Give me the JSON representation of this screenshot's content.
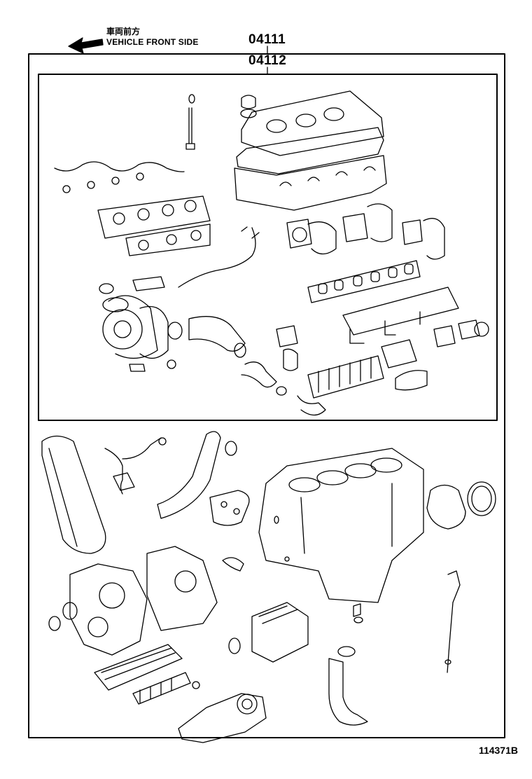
{
  "header": {
    "direction_jp": "車両前方",
    "direction_en": "VEHICLE FRONT SIDE",
    "part_numbers": [
      "04111",
      "04112"
    ]
  },
  "illustration_id": "114371B",
  "icons": {
    "direction": "left-arrow-icon"
  }
}
